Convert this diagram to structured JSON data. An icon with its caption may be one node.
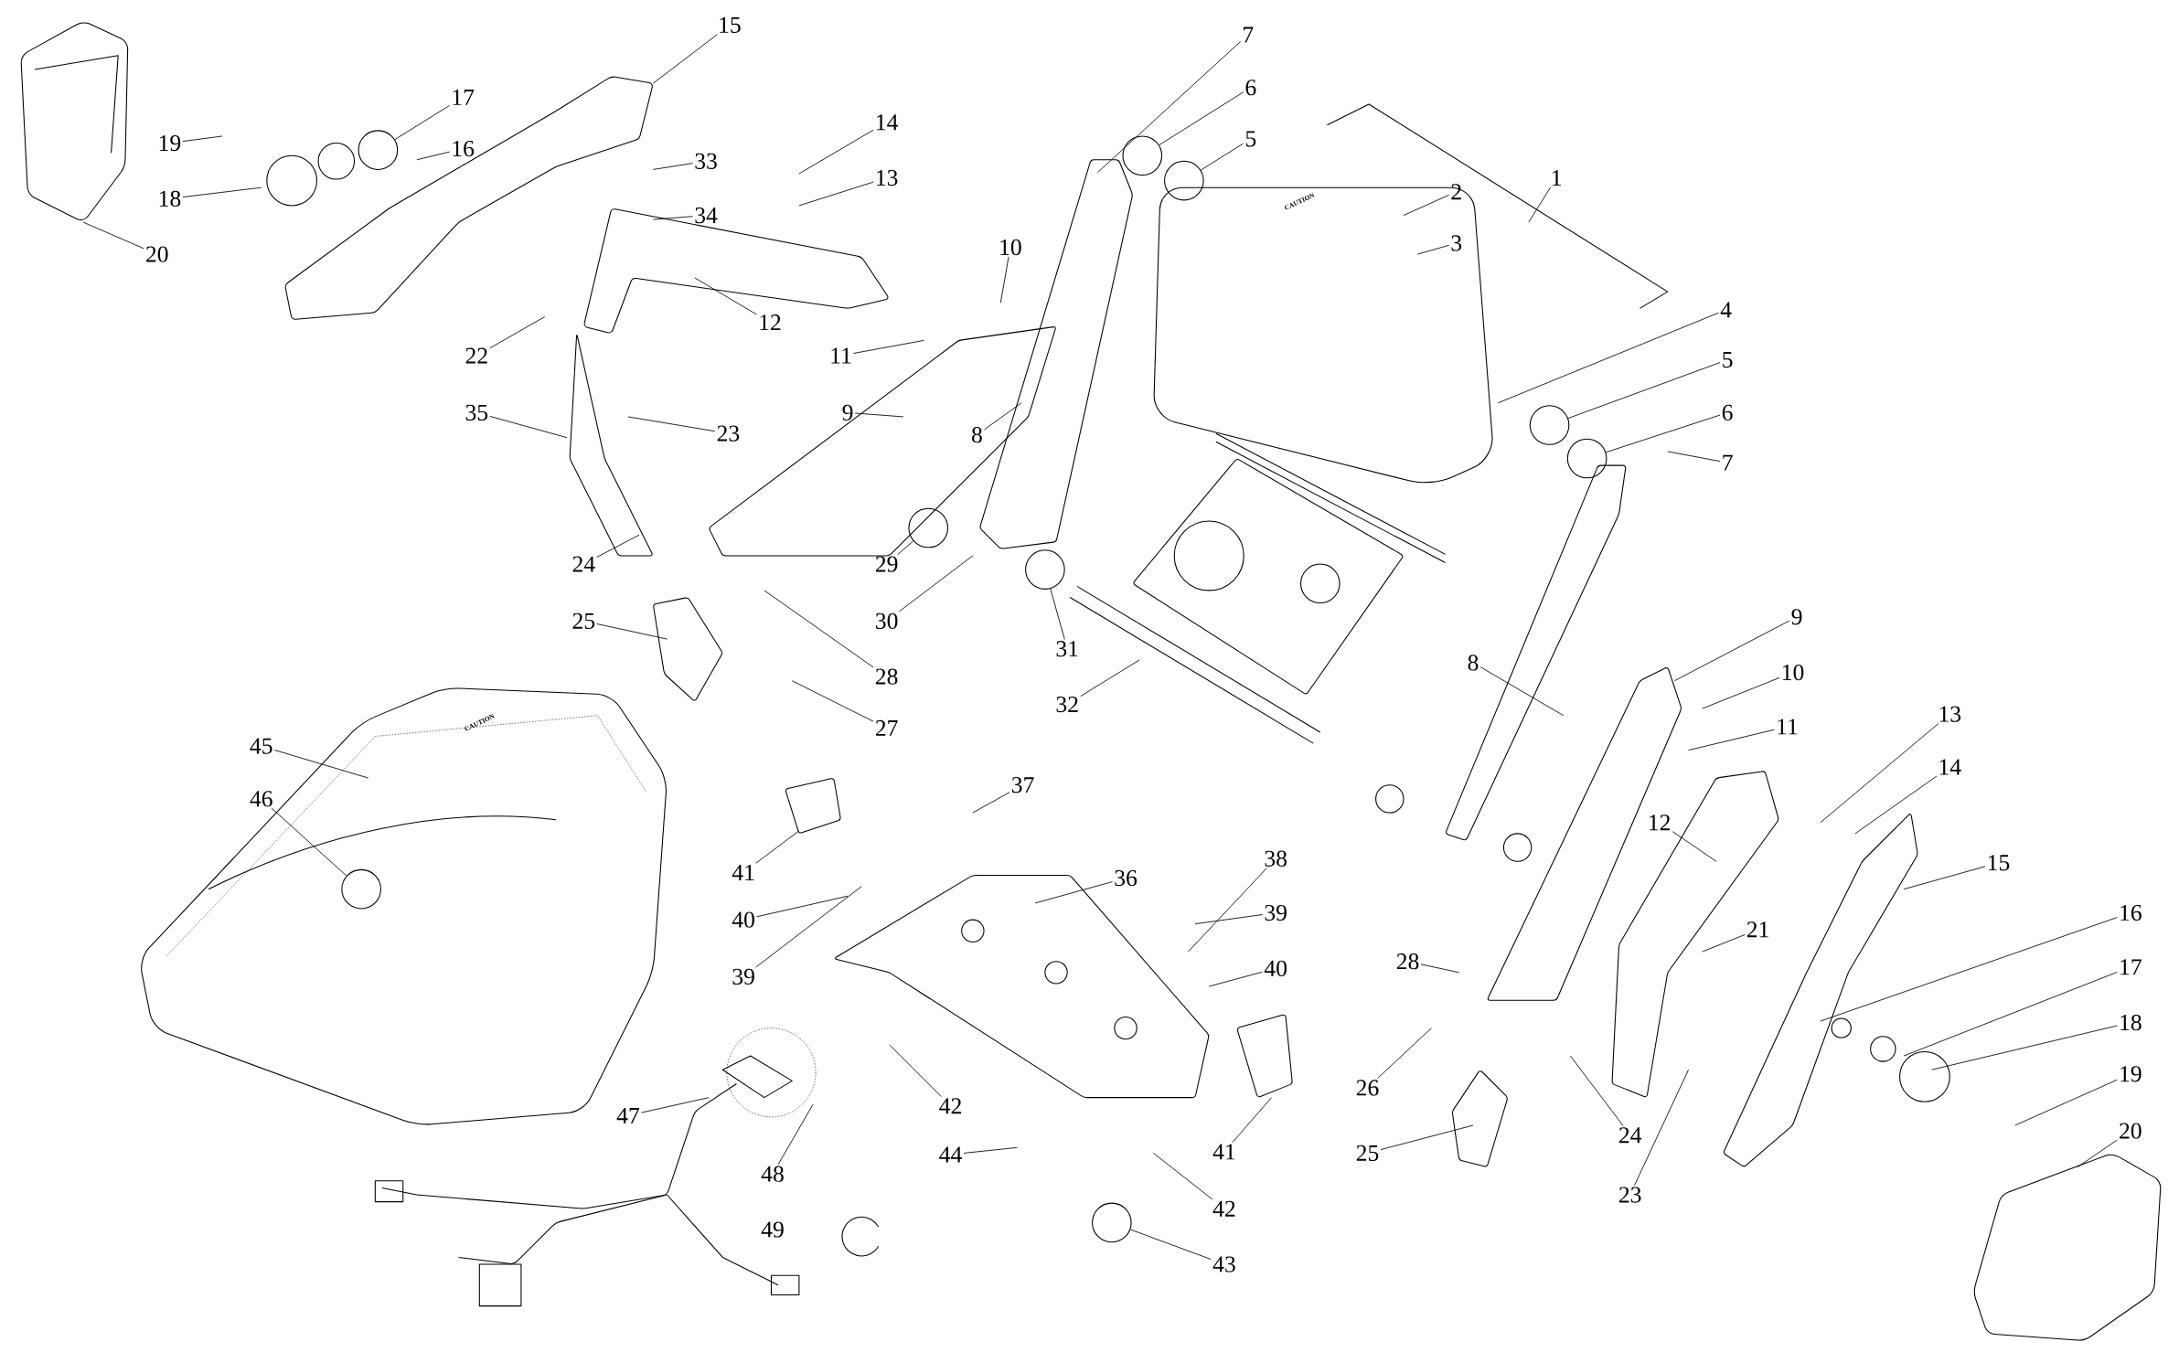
{
  "diagram": {
    "nodes": [
      {
        "text": [
          "15"
        ]
      },
      {
        "text": [
          "7"
        ]
      },
      {
        "text": [
          "6"
        ]
      },
      {
        "text": [
          "5"
        ]
      },
      {
        "text": [
          "1"
        ]
      },
      {
        "text": [
          "2"
        ]
      },
      {
        "text": [
          "3"
        ]
      },
      {
        "text": [
          "17"
        ]
      },
      {
        "text": [
          "14"
        ]
      },
      {
        "text": [
          "19"
        ]
      },
      {
        "text": [
          "16"
        ]
      },
      {
        "text": [
          "33"
        ]
      },
      {
        "text": [
          "13"
        ]
      },
      {
        "text": [
          "18"
        ]
      },
      {
        "text": [
          "34"
        ]
      },
      {
        "text": [
          "20"
        ]
      },
      {
        "text": [
          "10"
        ]
      },
      {
        "text": [
          "12"
        ]
      },
      {
        "text": [
          "22"
        ]
      },
      {
        "text": [
          "11"
        ]
      },
      {
        "text": [
          "4"
        ]
      },
      {
        "text": [
          "5"
        ]
      },
      {
        "text": [
          "35"
        ]
      },
      {
        "text": [
          "9"
        ]
      },
      {
        "text": [
          "8"
        ]
      },
      {
        "text": [
          "23"
        ]
      },
      {
        "text": [
          "6"
        ]
      },
      {
        "text": [
          "7"
        ]
      },
      {
        "text": [
          "24"
        ]
      },
      {
        "text": [
          "29"
        ]
      },
      {
        "text": [
          "25"
        ]
      },
      {
        "text": [
          "30"
        ]
      },
      {
        "text": [
          "31"
        ]
      },
      {
        "text": [
          "9"
        ]
      },
      {
        "text": [
          "28"
        ]
      },
      {
        "text": [
          "8"
        ]
      },
      {
        "text": [
          "10"
        ]
      },
      {
        "text": [
          "32"
        ]
      },
      {
        "text": [
          "27"
        ]
      },
      {
        "text": [
          "11"
        ]
      },
      {
        "text": [
          "13"
        ]
      },
      {
        "text": [
          "45"
        ]
      },
      {
        "text": [
          "46"
        ]
      },
      {
        "text": [
          "37"
        ]
      },
      {
        "text": [
          "14"
        ]
      },
      {
        "text": [
          "41"
        ]
      },
      {
        "text": [
          "12"
        ]
      },
      {
        "text": [
          "36"
        ]
      },
      {
        "text": [
          "38"
        ]
      },
      {
        "text": [
          "15"
        ]
      },
      {
        "text": [
          "40"
        ]
      },
      {
        "text": [
          "39"
        ]
      },
      {
        "text": [
          "21"
        ]
      },
      {
        "text": [
          "39"
        ]
      },
      {
        "text": [
          "28"
        ]
      },
      {
        "text": [
          "40"
        ]
      },
      {
        "text": [
          "16"
        ]
      },
      {
        "text": [
          "17"
        ]
      },
      {
        "text": [
          "47"
        ]
      },
      {
        "text": [
          "42"
        ]
      },
      {
        "text": [
          "18"
        ]
      },
      {
        "text": [
          "26"
        ]
      },
      {
        "text": [
          "24"
        ]
      },
      {
        "text": [
          "23"
        ]
      },
      {
        "text": [
          "44"
        ]
      },
      {
        "text": [
          "41"
        ]
      },
      {
        "text": [
          "19"
        ]
      },
      {
        "text": [
          "20"
        ]
      },
      {
        "text": [
          "25"
        ]
      },
      {
        "text": [
          "48"
        ]
      },
      {
        "text": [
          "42"
        ]
      },
      {
        "text": [
          "43"
        ]
      },
      {
        "text": [],
        "shape": "circle"
      },
      {
        "text": [],
        "shape": "circle"
      },
      {
        "text": [],
        "shape": "circle"
      },
      {
        "text": [],
        "shape": "circle"
      },
      {
        "text": [],
        "shape": "circle"
      },
      {
        "text": [],
        "shape": "circle"
      },
      {
        "text": [],
        "shape": "circle"
      },
      {
        "text": [],
        "shape": "circle"
      },
      {
        "text": [],
        "shape": "circle"
      }
    ],
    "edges": [
      {
        "from": 0,
        "to": null,
        "arrow": "none"
      },
      {
        "from": 1,
        "to": null,
        "arrow": "none"
      },
      {
        "from": 2,
        "to": 77,
        "arrow": "none"
      },
      {
        "from": 3,
        "to": 78,
        "arrow": "none"
      },
      {
        "from": 4,
        "to": null,
        "arrow": "none"
      },
      {
        "from": 5,
        "to": null,
        "arrow": "none"
      },
      {
        "from": 6,
        "to": null,
        "arrow": "none"
      },
      {
        "from": 7,
        "to": 73,
        "arrow": "none"
      },
      {
        "from": 8,
        "to": null,
        "arrow": "none"
      },
      {
        "from": 9,
        "to": null,
        "arrow": "none"
      },
      {
        "from": 10,
        "to": null,
        "arrow": "none"
      },
      {
        "from": 11,
        "to": null,
        "arrow": "none"
      },
      {
        "from": 12,
        "to": null,
        "arrow": "none"
      },
      {
        "from": 13,
        "to": null,
        "arrow": "none"
      },
      {
        "from": 14,
        "to": null,
        "arrow": "none"
      },
      {
        "from": 15,
        "to": null,
        "arrow": "none"
      },
      {
        "from": 16,
        "to": null,
        "arrow": "none"
      },
      {
        "from": 17,
        "to": null,
        "arrow": "none"
      },
      {
        "from": 18,
        "to": null,
        "arrow": "none"
      },
      {
        "from": 19,
        "to": null,
        "arrow": "none"
      },
      {
        "from": 20,
        "to": null,
        "arrow": "none"
      },
      {
        "from": 21,
        "to": 79,
        "arrow": "none"
      },
      {
        "from": 22,
        "to": null,
        "arrow": "none"
      },
      {
        "from": 23,
        "to": null,
        "arrow": "none"
      },
      {
        "from": 24,
        "to": null,
        "arrow": "none"
      },
      {
        "from": 25,
        "to": null,
        "arrow": "none"
      },
      {
        "from": 26,
        "to": 80,
        "arrow": "none"
      },
      {
        "from": 27,
        "to": null,
        "arrow": "none"
      },
      {
        "from": 28,
        "to": null,
        "arrow": "none"
      },
      {
        "from": 29,
        "to": 74,
        "arrow": "none"
      },
      {
        "from": 30,
        "to": null,
        "arrow": "none"
      },
      {
        "from": 31,
        "to": null,
        "arrow": "none"
      },
      {
        "from": 32,
        "to": 75,
        "arrow": "none"
      },
      {
        "from": 33,
        "to": null,
        "arrow": "none"
      },
      {
        "from": 34,
        "to": null,
        "arrow": "none"
      },
      {
        "from": 35,
        "to": null,
        "arrow": "none"
      },
      {
        "from": 36,
        "to": null,
        "arrow": "none"
      },
      {
        "from": 37,
        "to": null,
        "arrow": "none"
      },
      {
        "from": 38,
        "to": null,
        "arrow": "none"
      },
      {
        "from": 39,
        "to": null,
        "arrow": "none"
      },
      {
        "from": 40,
        "to": null,
        "arrow": "none"
      },
      {
        "from": 41,
        "to": null,
        "arrow": "none"
      },
      {
        "from": 42,
        "to": 72,
        "arrow": "none"
      },
      {
        "from": 43,
        "to": null,
        "arrow": "none"
      },
      {
        "from": 44,
        "to": null,
        "arrow": "none"
      },
      {
        "from": 45,
        "to": null,
        "arrow": "none"
      },
      {
        "from": 46,
        "to": null,
        "arrow": "none"
      },
      {
        "from": 47,
        "to": null,
        "arrow": "none"
      },
      {
        "from": 48,
        "to": null,
        "arrow": "none"
      },
      {
        "from": 49,
        "to": null,
        "arrow": "none"
      },
      {
        "from": 50,
        "to": null,
        "arrow": "none"
      },
      {
        "from": 51,
        "to": null,
        "arrow": "none"
      },
      {
        "from": 52,
        "to": null,
        "arrow": "none"
      },
      {
        "from": 53,
        "to": null,
        "arrow": "none"
      },
      {
        "from": 54,
        "to": null,
        "arrow": "none"
      },
      {
        "from": 55,
        "to": null,
        "arrow": "none"
      },
      {
        "from": 56,
        "to": null,
        "arrow": "none"
      },
      {
        "from": 57,
        "to": null,
        "arrow": "none"
      },
      {
        "from": 58,
        "to": null,
        "arrow": "none"
      },
      {
        "from": 59,
        "to": null,
        "arrow": "none"
      },
      {
        "from": 60,
        "to": null,
        "arrow": "none"
      },
      {
        "from": 61,
        "to": null,
        "arrow": "none"
      },
      {
        "from": 62,
        "to": null,
        "arrow": "none"
      },
      {
        "from": 63,
        "to": null,
        "arrow": "none"
      },
      {
        "from": 64,
        "to": null,
        "arrow": "none"
      },
      {
        "from": 65,
        "to": null,
        "arrow": "none"
      },
      {
        "from": 66,
        "to": null,
        "arrow": "none"
      },
      {
        "from": 67,
        "to": null,
        "arrow": "none"
      },
      {
        "from": 68,
        "to": null,
        "arrow": "none"
      },
      {
        "from": 69,
        "to": null,
        "arrow": "none"
      },
      {
        "from": 70,
        "to": null,
        "arrow": "none"
      },
      {
        "from": 71,
        "to": 76,
        "arrow": "none"
      }
    ],
    "labels": [
      "CAUTION",
      "CAUTION",
      "49"
    ]
  }
}
